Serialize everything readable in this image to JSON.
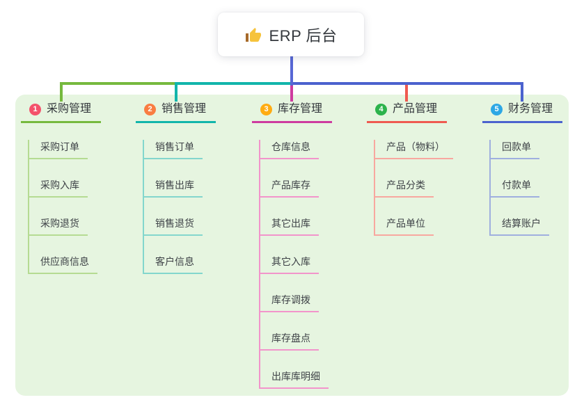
{
  "root": {
    "label": "ERP 后台",
    "icon": "thumbs-up-icon"
  },
  "branches": [
    {
      "badge": "1",
      "label": "采购管理",
      "line_color": "#76b93e",
      "light_line_color": "#b5db92",
      "badge_color": "#f4526b",
      "children": [
        "采购订单",
        "采购入库",
        "采购退货",
        "供应商信息"
      ]
    },
    {
      "badge": "2",
      "label": "销售管理",
      "line_color": "#12b5ab",
      "light_line_color": "#83d6cd",
      "badge_color": "#f97d42",
      "children": [
        "销售订单",
        "销售出库",
        "销售退货",
        "客户信息"
      ]
    },
    {
      "badge": "3",
      "label": "库存管理",
      "line_color": "#ce3b9f",
      "light_line_color": "#f294cb",
      "badge_color": "#ffac12",
      "children": [
        "仓库信息",
        "产品库存",
        "其它出库",
        "其它入库",
        "库存调拨",
        "库存盘点",
        "出库库明细"
      ]
    },
    {
      "badge": "4",
      "label": "产品管理",
      "line_color": "#ef5a50",
      "light_line_color": "#f8a79f",
      "badge_color": "#2cb34c",
      "children": [
        "产品（物料）",
        "产品分类",
        "产品单位"
      ]
    },
    {
      "badge": "5",
      "label": "财务管理",
      "line_color": "#4b62ce",
      "light_line_color": "#9fafdf",
      "badge_color": "#2da7e5",
      "children": [
        "回款单",
        "付款单",
        "结算账户"
      ]
    }
  ],
  "colors": {
    "panel_bg": "#e6f5e0",
    "root_edge": "#5767d5",
    "thumb_hand": "#f6c33c",
    "thumb_cuff": "#a76a2a"
  }
}
